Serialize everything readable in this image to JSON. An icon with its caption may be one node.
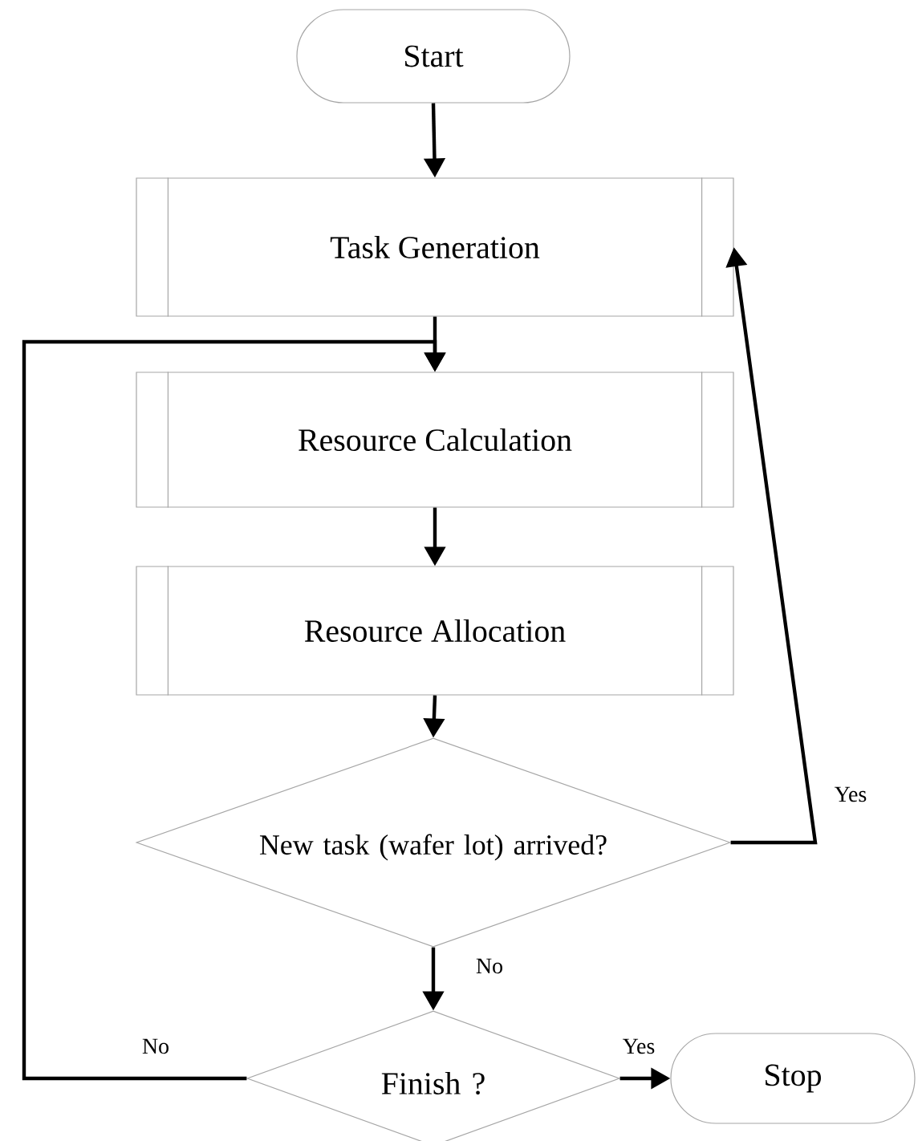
{
  "diagram": {
    "nodes": [
      {
        "text": [
          "Start"
        ]
      },
      {
        "text": [
          "Task Generation"
        ]
      },
      {
        "text": [
          "Resource Calculation"
        ]
      },
      {
        "text": [
          "Resource Allocation"
        ]
      },
      {
        "text": [
          "New task (wafer lot) arrived?"
        ]
      },
      {
        "text": [
          "Finish ?"
        ]
      },
      {
        "text": [
          "Stop"
        ]
      }
    ],
    "edges": [
      {
        "from": 0,
        "to": 1,
        "arrow": "to"
      },
      {
        "from": 1,
        "to": 2,
        "arrow": "to"
      },
      {
        "from": 2,
        "to": 3,
        "arrow": "to"
      },
      {
        "from": 3,
        "to": 4,
        "arrow": "to"
      },
      {
        "from": 4,
        "to": 1,
        "arrow": "to",
        "label": "Yes"
      },
      {
        "from": 4,
        "to": 5,
        "arrow": "to",
        "label": "No"
      },
      {
        "from": 5,
        "to": 6,
        "arrow": "to",
        "label": "Yes"
      },
      {
        "from": 5,
        "to": 2,
        "arrow": "to",
        "label": "No"
      }
    ]
  }
}
